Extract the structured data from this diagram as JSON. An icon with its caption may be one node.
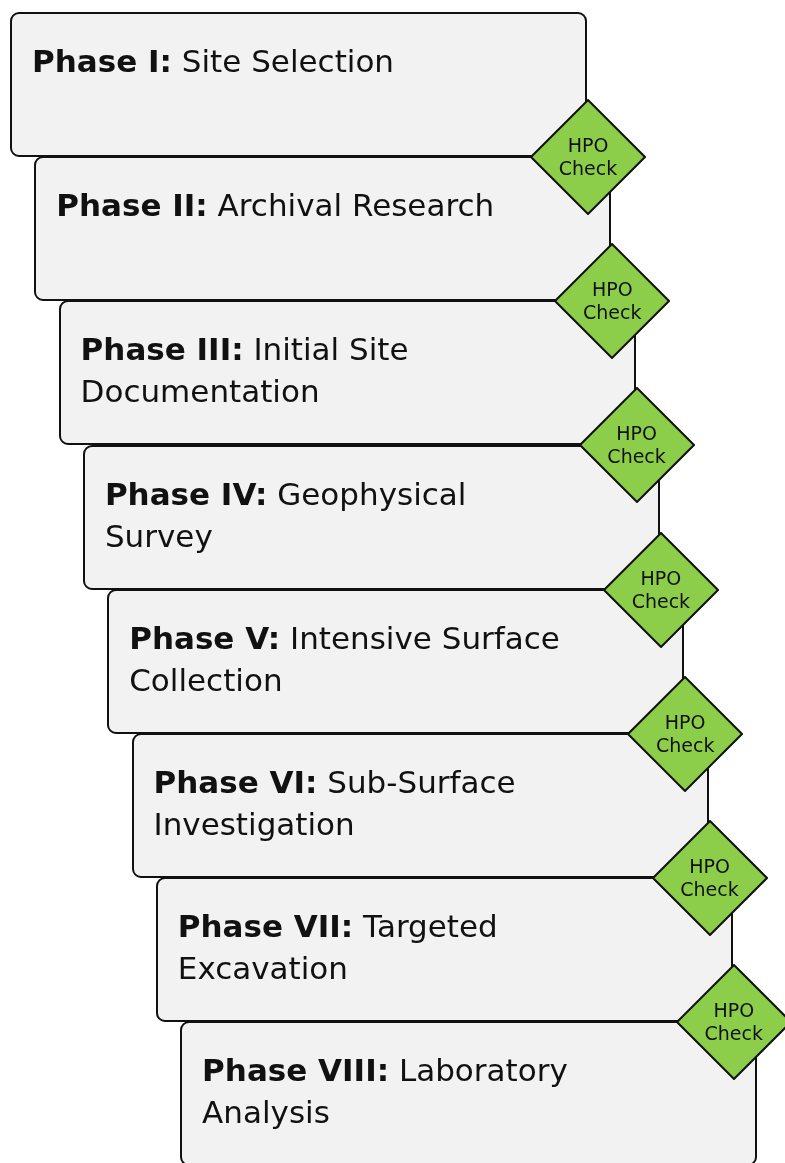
{
  "diagram": {
    "nodes": [
      {
        "text": [
          "**Phase I:** Site Selection"
        ]
      },
      {
        "text": [
          "HPO Check"
        ]
      },
      {
        "text": [
          "**Phase II:** Archival Research"
        ]
      },
      {
        "text": [
          "HPO Check"
        ]
      },
      {
        "text": [
          "**Phase III:** Initial Site Documentation"
        ]
      },
      {
        "text": [
          "HPO Check"
        ]
      },
      {
        "text": [
          "**Phase IV:** Geophysical Survey"
        ]
      },
      {
        "text": [
          "HPO Check"
        ]
      },
      {
        "text": [
          "**Phase V:** Intensive Surface Collection"
        ]
      },
      {
        "text": [
          "HPO Check"
        ]
      },
      {
        "text": [
          "**Phase VI:** Sub-Surface Investigation"
        ]
      },
      {
        "text": [
          "HPO Check"
        ]
      },
      {
        "text": [
          "**Phase VII:** Targeted Excavation"
        ]
      },
      {
        "text": [
          "HPO Check"
        ]
      },
      {
        "text": [
          "**Phase VIII:** Laboratory Analysis"
        ]
      }
    ]
  }
}
